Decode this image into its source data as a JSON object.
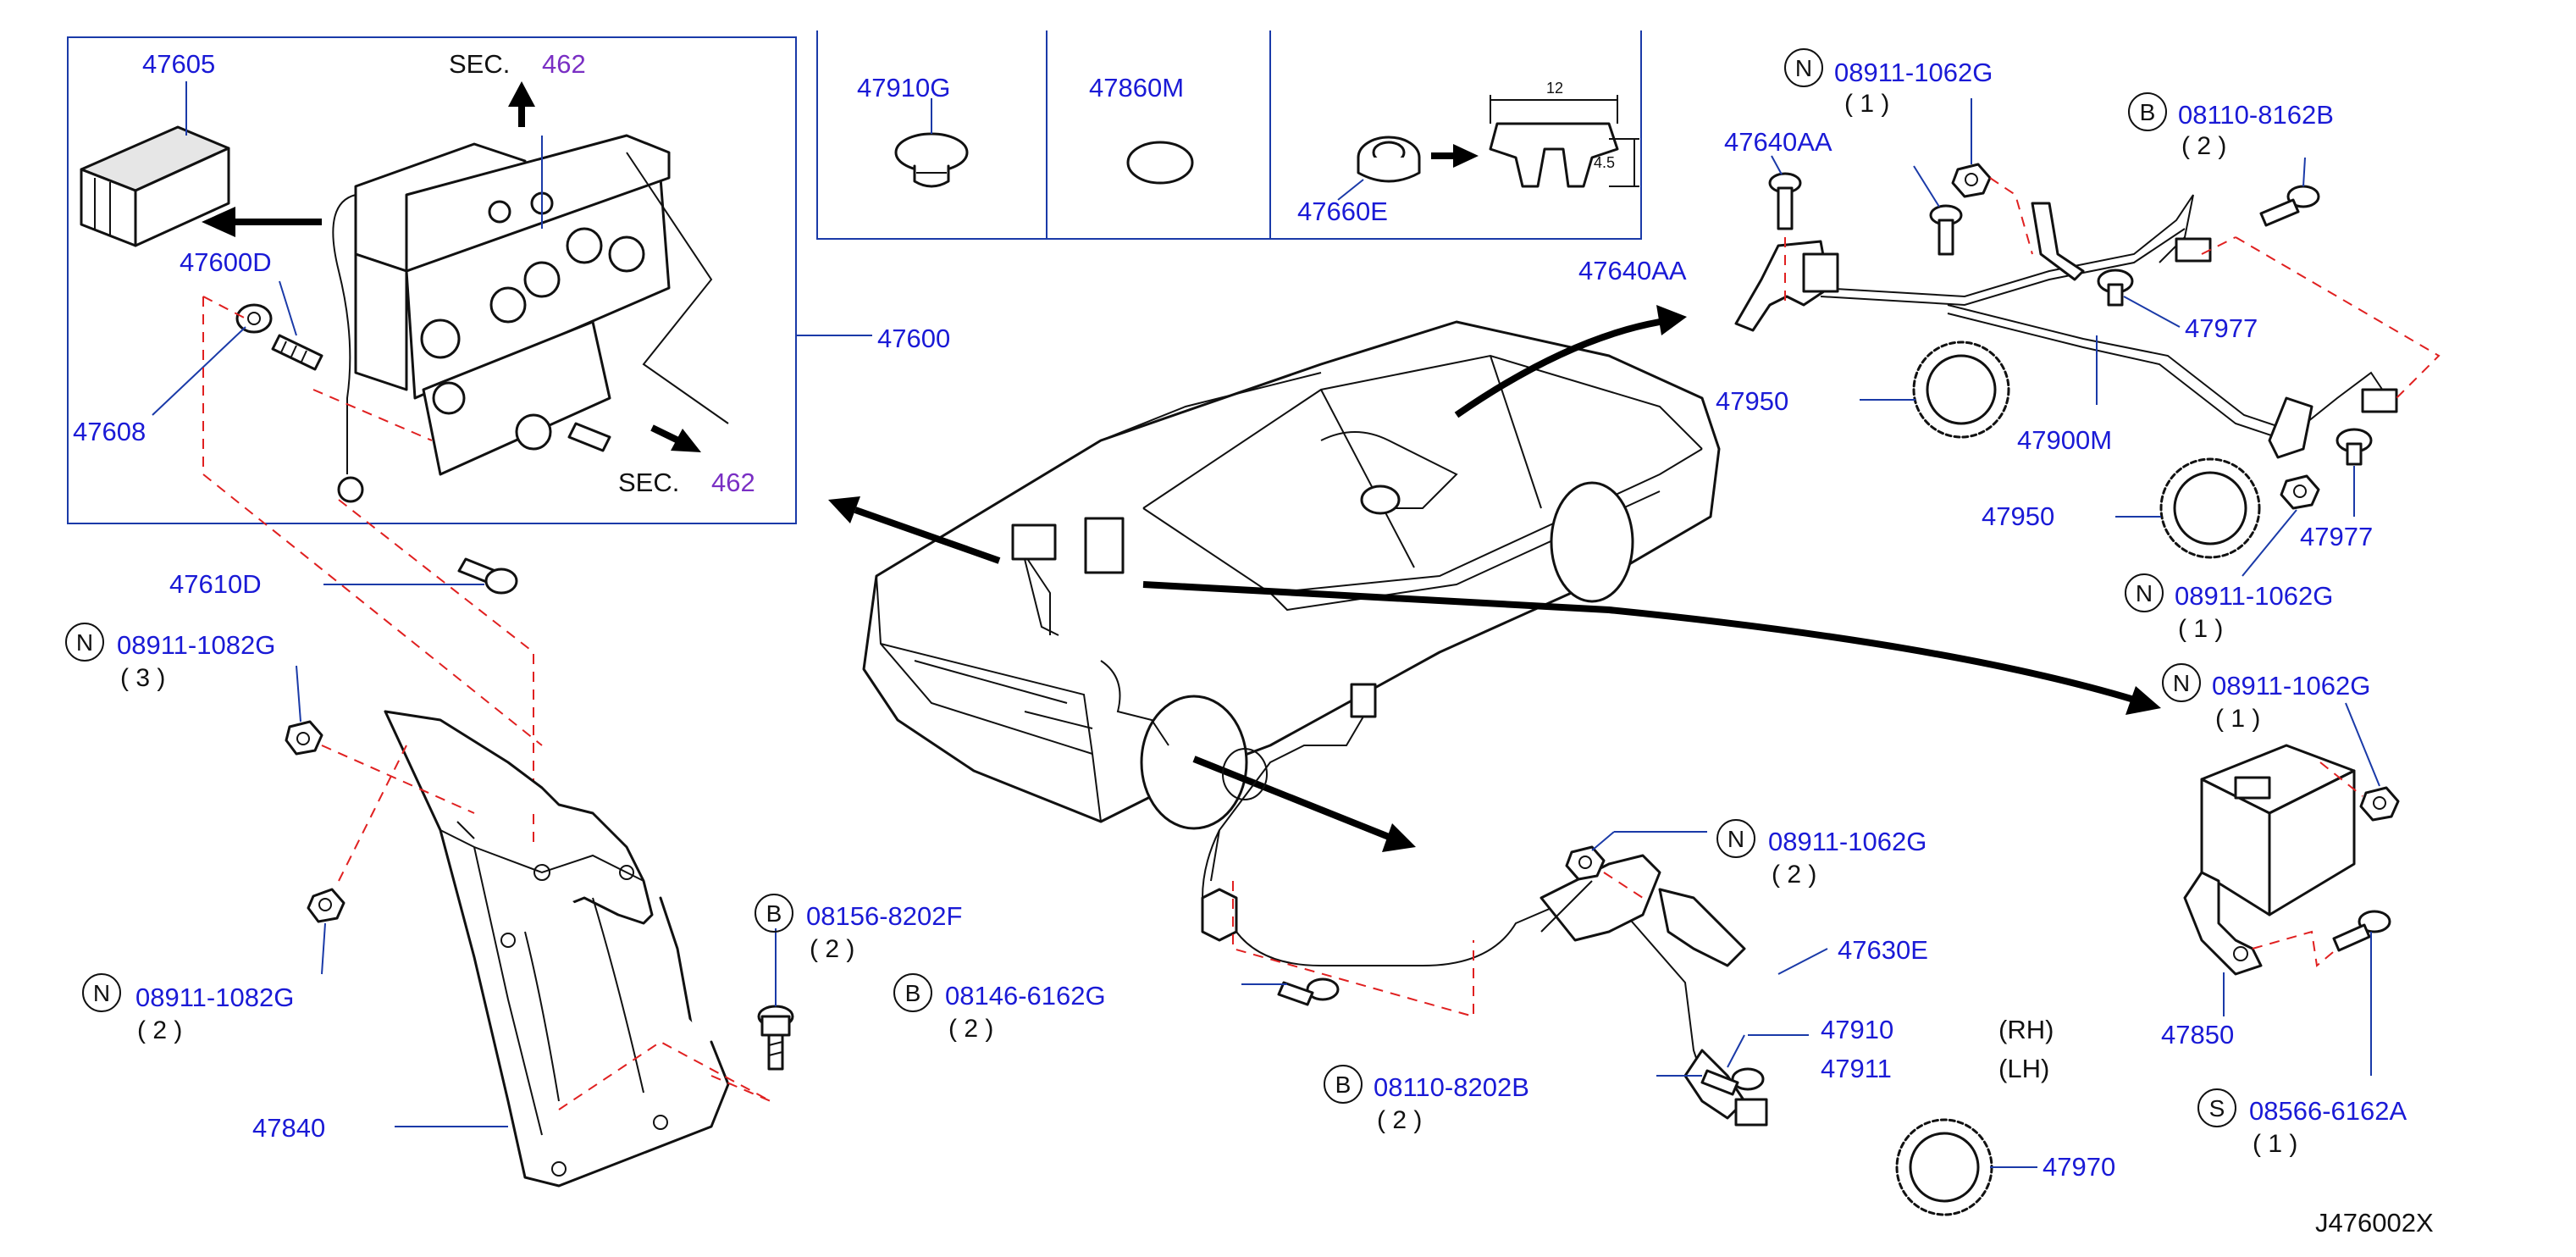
{
  "diagram_code": "J476002X",
  "labels": {
    "p47605": "47605",
    "sec_a": "SEC.",
    "sec_a_num": "462",
    "p47600D": "47600D",
    "p47608": "47608",
    "p47600": "47600",
    "sec_b": "SEC.",
    "sec_b_num": "462",
    "p47610D": "47610D",
    "p47910G": "47910G",
    "p47860M": "47860M",
    "p47660E": "47660E",
    "dim_12": "12",
    "dim_45": "4.5",
    "n_0891_1062G_top": "08911-1062G",
    "n_top_qty": "( 1 )",
    "b_08110_8162B": "08110-8162B",
    "b_8162_qty": "( 2 )",
    "p47640AA_a": "47640AA",
    "p47640AA_b": "47640AA",
    "p47977_a": "47977",
    "p47950_a": "47950",
    "p47900M": "47900M",
    "p47950_b": "47950",
    "p47977_b": "47977",
    "n_0891_1062G_mid": "08911-1062G",
    "n_mid_qty": "( 1 )",
    "n_0891_1062G_right": "08911-1062G",
    "n_right_qty": "( 1 )",
    "n_0891_1082G_a": "08911-1082G",
    "n_1082_a_qty": "( 3 )",
    "n_0891_1082G_b": "08911-1082G",
    "n_1082_b_qty": "( 2 )",
    "b_08156_8202F": "08156-8202F",
    "b_8202F_qty": "( 2 )",
    "b_08146_6162G": "08146-6162G",
    "b_6162G_qty": "( 2 )",
    "p47840": "47840",
    "n_0891_1062G_center": "08911-1062G",
    "n_center_qty": "( 2 )",
    "p47630E": "47630E",
    "p47910": "47910",
    "rh": "(RH)",
    "p47911": "47911",
    "lh": "(LH)",
    "b_08110_8202B": "08110-8202B",
    "b_8202B_qty": "( 2 )",
    "p47970": "47970",
    "p47850": "47850",
    "s_08566_6162A": "08566-6162A",
    "s_qty": "( 1 )",
    "letter_n": "N",
    "letter_b": "B",
    "letter_s": "S"
  }
}
